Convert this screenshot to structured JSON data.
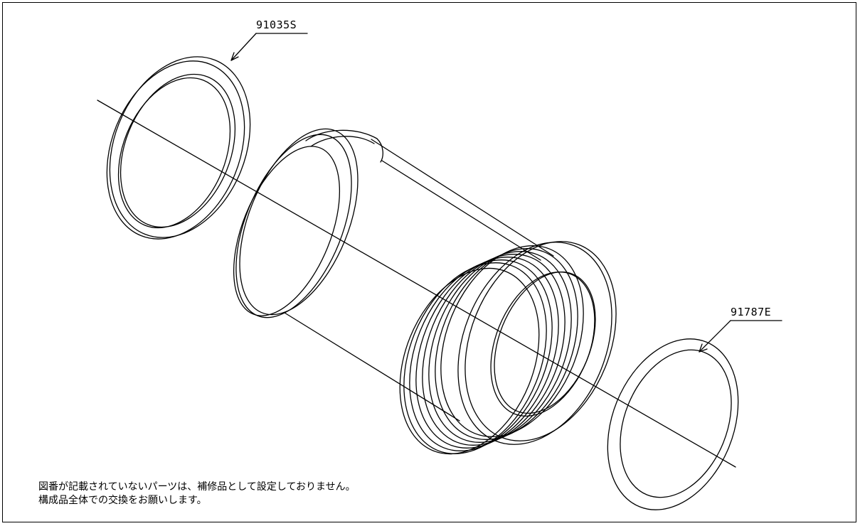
{
  "callouts": {
    "seal_upper": "91035S",
    "seal_lower": "91787E"
  },
  "notes": {
    "line1": "図番が記載されていないパーツは、補修品として設定しておりません。",
    "line2": "構成品全体での交換をお願いします。"
  },
  "colors": {
    "stroke": "#000000",
    "background": "#ffffff"
  }
}
